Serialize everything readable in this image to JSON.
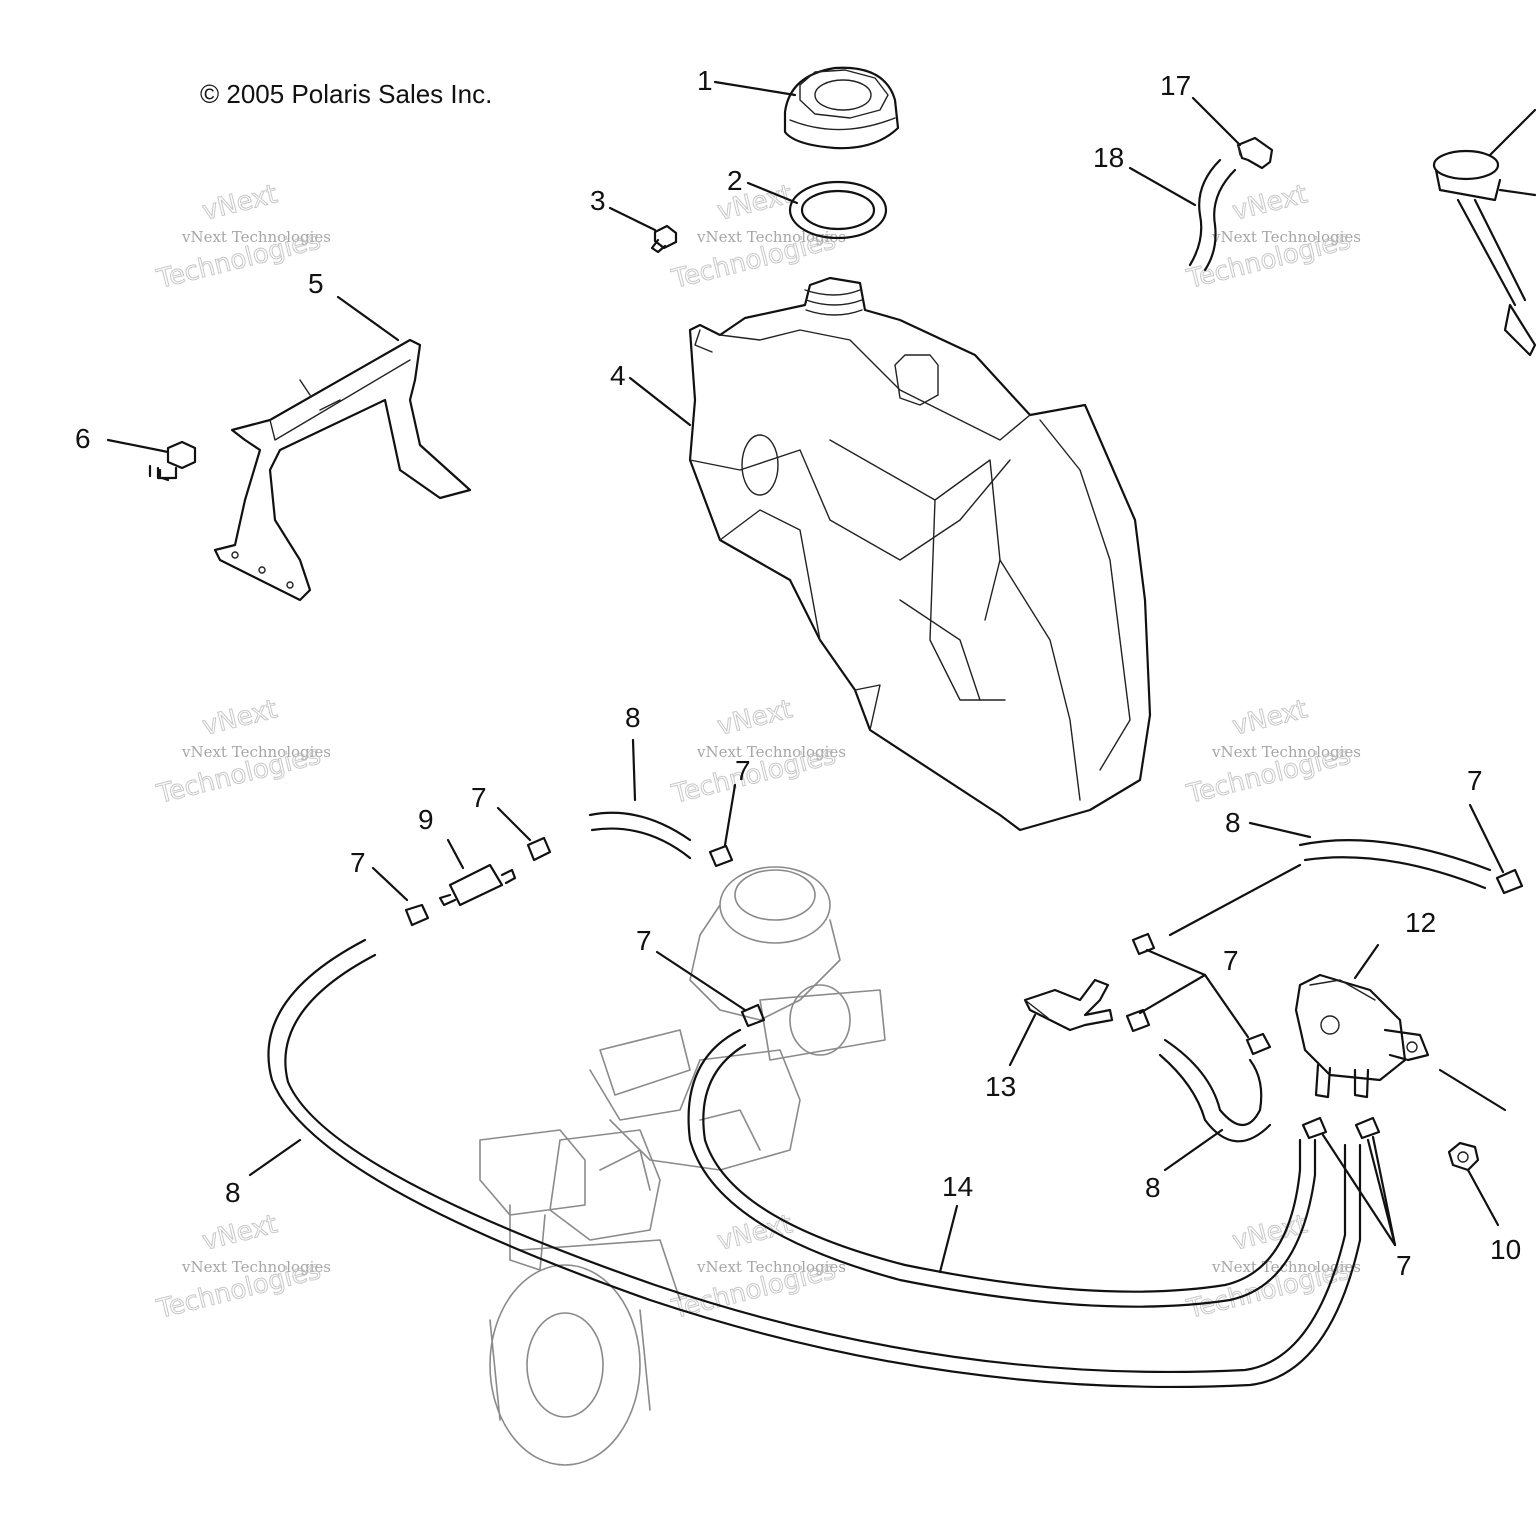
{
  "copyright": "© 2005 Polaris Sales Inc.",
  "watermark": {
    "line_small": "vNext Technologies",
    "line_big_1": "vNext",
    "line_big_2": "Technologies"
  },
  "callouts": {
    "c1": "1",
    "c2": "2",
    "c3": "3",
    "c4": "4",
    "c5": "5",
    "c6": "6",
    "c7a": "7",
    "c7b": "7",
    "c7c": "7",
    "c7d": "7",
    "c7e": "7",
    "c7f": "7",
    "c7g": "7",
    "c8a": "8",
    "c8b": "8",
    "c8c": "8",
    "c8d": "8",
    "c9": "9",
    "c10": "10",
    "c12": "12",
    "c13": "13",
    "c14": "14",
    "c17": "17",
    "c18": "18"
  }
}
